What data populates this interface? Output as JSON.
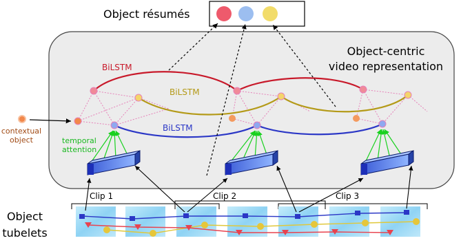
{
  "labels": {
    "object_resumes": "Object résumés",
    "panel_title_line1": "Object-centric",
    "panel_title_line2": "video representation",
    "bilstm_red": "BiLSTM",
    "bilstm_olive": "BiLSTM",
    "bilstm_blue": "BiLSTM",
    "contextual_line1": "contextual",
    "contextual_line2": "object",
    "temporal_line1": "temporal",
    "temporal_line2": "attention",
    "clip1": "Clip 1",
    "clip2": "Clip 2",
    "clip3": "Clip 3",
    "tubelets_line1": "Object",
    "tubelets_line2": "tubelets"
  },
  "colors": {
    "red": "#e8434f",
    "blue": "#2b37c6",
    "olive": "#b49a18",
    "orange": "#f2874a",
    "pink": "#e680b8",
    "green": "#19d11f",
    "panel_fill": "#ececec",
    "contextual_text": "#a04a14",
    "attention_text": "#19b81f",
    "frame_fill": "#a8dcf5"
  },
  "resume_dots": [
    "red",
    "blue",
    "yellow"
  ],
  "encoder_count": 3,
  "frame_count": 7
}
